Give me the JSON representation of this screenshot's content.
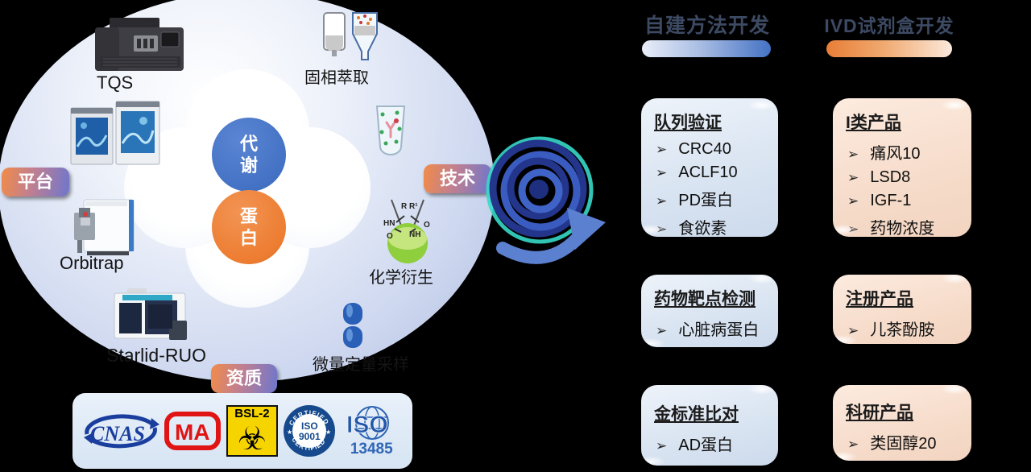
{
  "headers": {
    "ldt": "自建方法开发",
    "ivd": "IVD试剂盒开发"
  },
  "diagram": {
    "center_top": "代谢",
    "center_bottom": "蛋白",
    "tag_platform": "平台",
    "tag_technology": "技术",
    "tag_qualification": "资质",
    "platform_labels": {
      "tqs": "TQS",
      "orbitrap": "Orbitrap",
      "starlid": "Starlid-RUO"
    },
    "technique_labels": {
      "spe": "固相萃取",
      "derivatization": "化学衍生",
      "micro_sampling": "微量定量采样"
    }
  },
  "panels": {
    "ldt": [
      {
        "title": "队列验证",
        "items": [
          "CRC40",
          "ACLF10",
          "PD蛋白",
          "食欲素"
        ]
      },
      {
        "title": "药物靶点检测",
        "items": [
          "心脏病蛋白"
        ]
      },
      {
        "title": "金标准比对",
        "items": [
          "AD蛋白"
        ]
      }
    ],
    "ivd": [
      {
        "title": "I类产品",
        "items": [
          "痛风10",
          "LSD8",
          "IGF-1",
          "药物浓度"
        ]
      },
      {
        "title": "注册产品",
        "items": [
          "儿茶酚胺"
        ]
      },
      {
        "title": "科研产品",
        "items": [
          "类固醇20"
        ]
      }
    ]
  },
  "certs": {
    "cnas": "CNAS",
    "ma": "MA",
    "bsl2": "BSL-2",
    "bsl2_symbol": "☣",
    "iso9001": {
      "iso": "ISO",
      "num": "9001",
      "certified_top": "CERTIFIED",
      "certified_bottom": "CERTIFIED"
    },
    "iso13485": {
      "iso": "ISO",
      "num": "13485"
    }
  },
  "ui": {
    "bullet": "➢"
  },
  "colors": {
    "metabolism_blue": "#4472C4",
    "protein_orange": "#ED7D31",
    "panel_blue": "#DCE6F2",
    "panel_peach": "#F7DECD",
    "tag_gradient_left": "#EC8A50",
    "tag_gradient_right": "#7577C8",
    "ring_periwinkle": "#AEBBDF"
  }
}
